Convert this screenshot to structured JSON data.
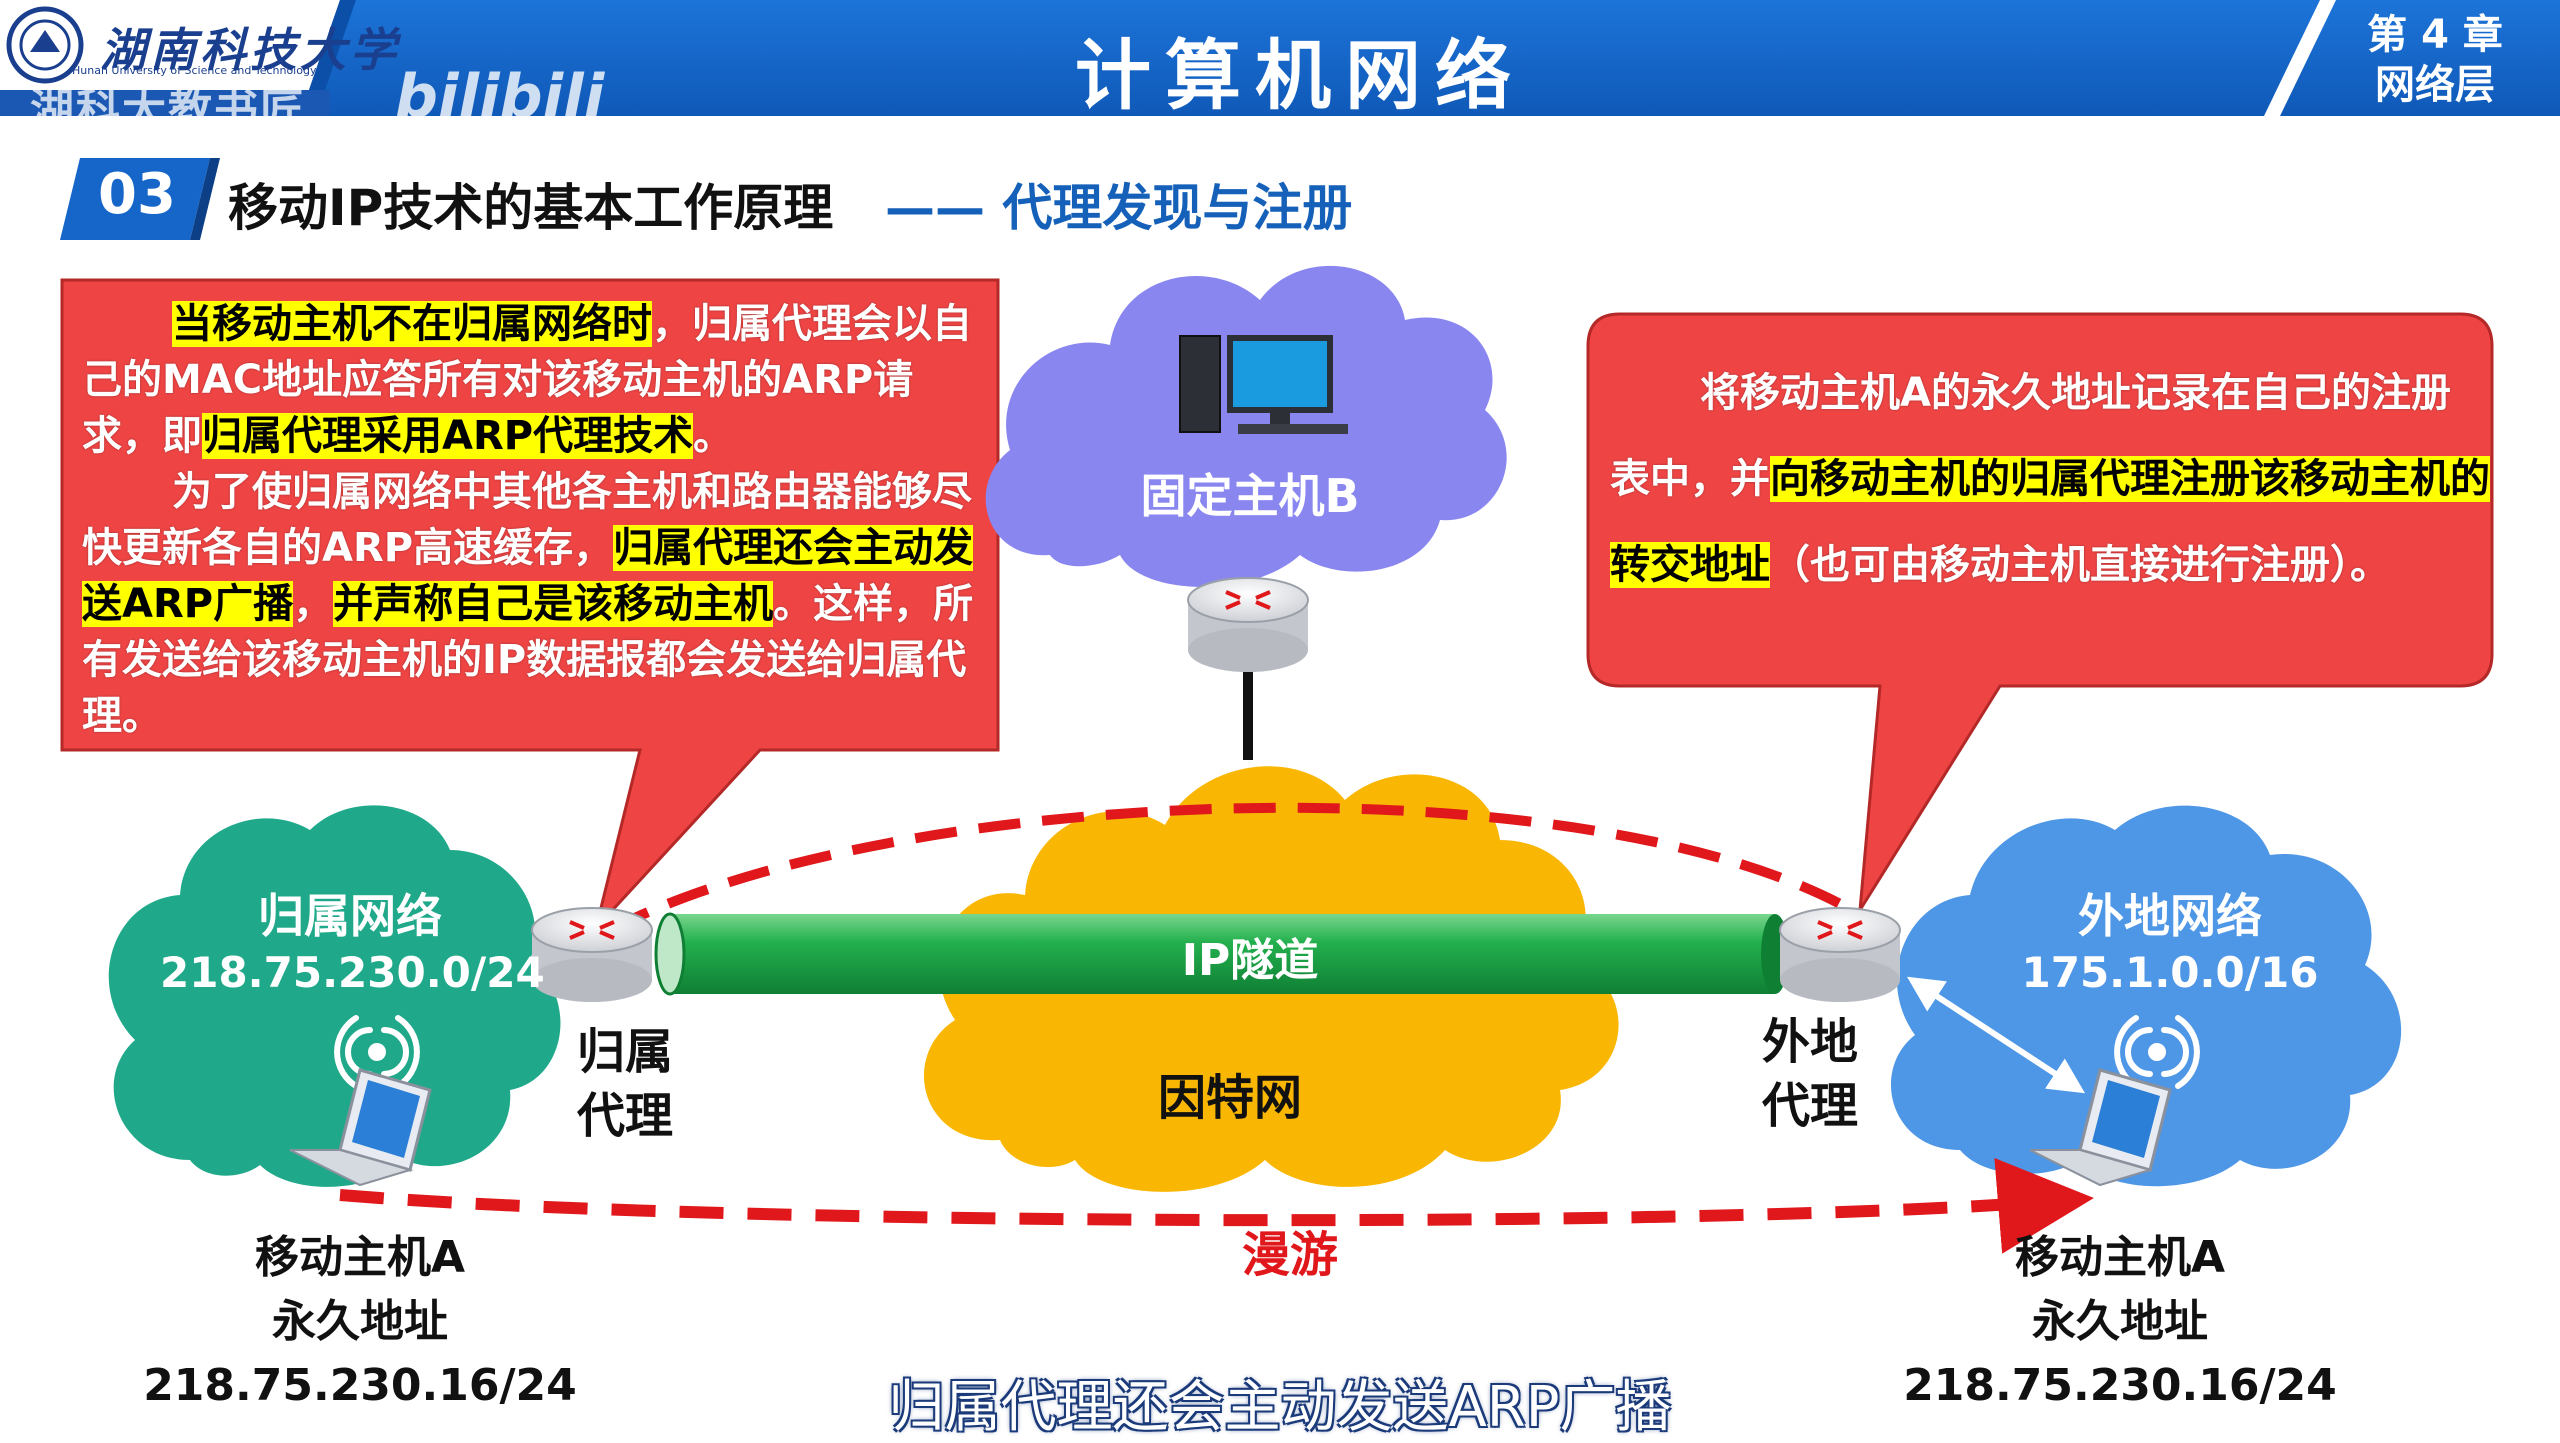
{
  "header": {
    "university_cn": "湖南科技大学",
    "university_en": "Hunan University of Science and Technology",
    "watermark": "湖科大教书匠",
    "bilibili": "bilibili",
    "title": "计算机网络",
    "chapter_line1": "第 4 章",
    "chapter_line2": "网络层"
  },
  "section": {
    "number": "03",
    "title": "移动IP技术的基本工作原理",
    "subtitle": "—— 代理发现与注册"
  },
  "left_callout": {
    "p1_hl1": "当移动主机不在归属网络时",
    "p1_t1": "，归属代理会以自己的MAC地址应答所有对该移动主机的ARP请求，即",
    "p1_hl2": "归属代理采用ARP代理技术",
    "p1_t2": "。",
    "p2_t1": "为了使归属网络中其他各主机和路由器能够尽快更新各自的ARP高速缓存，",
    "p2_hl1": "归属代理还会主动发送ARP广播",
    "p2_t2": "，",
    "p2_hl2": "并声称自己是该移动主机",
    "p2_t3": "。这样，所有发送给该移动主机的IP数据报都会发送给归属代理。"
  },
  "right_callout": {
    "t1": "将移动主机A的永久地址记录在自己的注册表中，并",
    "hl1": "向移动主机的归属代理注册该移动主机的转交地址",
    "t2": "（也可由移动主机直接进行注册）。"
  },
  "diagram": {
    "fixed_host": "固定主机B",
    "internet": "因特网",
    "tunnel": "IP隧道",
    "home_network": {
      "name": "归属网络",
      "prefix": "218.75.230.0/24"
    },
    "foreign_network": {
      "name": "外地网络",
      "prefix": "175.1.0.0/16"
    },
    "home_agent": {
      "line1": "归属",
      "line2": "代理"
    },
    "foreign_agent": {
      "line1": "外地",
      "line2": "代理"
    },
    "roaming": "漫游",
    "mobile_left": {
      "name": "移动主机A",
      "addr": "永久地址 218.75.230.16/24"
    },
    "mobile_right": {
      "name": "移动主机A",
      "addr": "永久地址 218.75.230.16/24"
    }
  },
  "caption": "归属代理还会主动发送ARP广播",
  "colors": {
    "header_blue": "#1566c8",
    "callout_red": "#f04646",
    "cloud_purple": "#8a86f0",
    "cloud_teal": "#1fa98a",
    "cloud_blue": "#4e96e6",
    "cloud_yellow": "#f9b704",
    "tunnel_green": "#1eab4a",
    "dash_red": "#e0171b",
    "highlight": "#ffff00"
  }
}
